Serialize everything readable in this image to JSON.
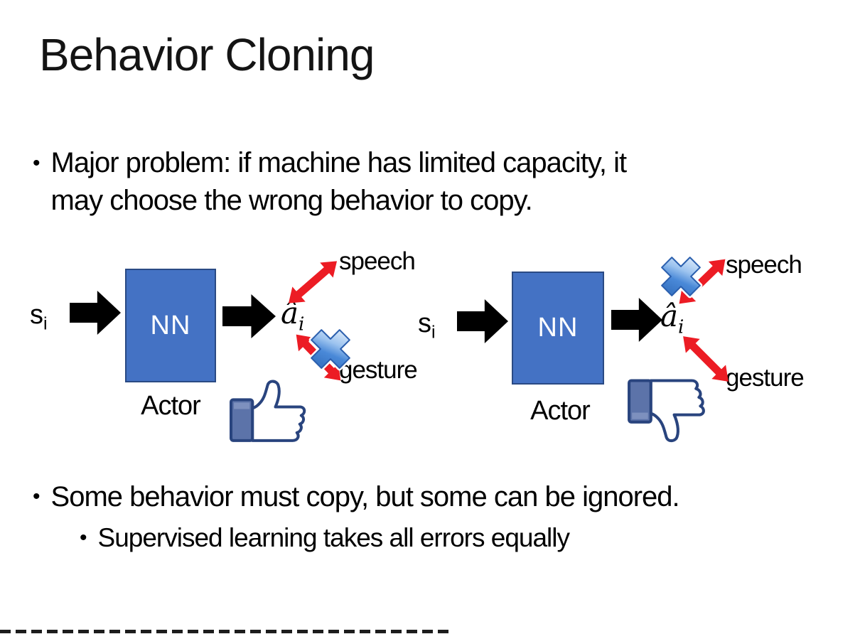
{
  "slide": {
    "title": "Behavior Cloning",
    "bullet_glyph": "•",
    "bullets": {
      "major_problem_line1": "Major problem: if machine has limited capacity, it",
      "major_problem_line2": "may choose the wrong behavior to copy.",
      "some_behavior": "Some behavior must copy, but some can be ignored.",
      "supervised": "Supervised learning takes all errors equally"
    }
  },
  "diagram": {
    "input_base": "s",
    "input_sub": "i",
    "nn_label": "NN",
    "actor_label": "Actor",
    "output_base": "â",
    "output_sub": "i",
    "speech_label": "speech",
    "gesture_label": "gesture"
  },
  "icons": {
    "black_arrow": "right-block-arrow",
    "red_double_arrow": "double-headed-arrow",
    "blue_cross": "glossy-blue-x",
    "thumbs_up": "facebook-like-thumb-up",
    "thumbs_down": "facebook-dislike-thumb-down"
  },
  "colors": {
    "background": "#FFFFFF",
    "text": "#000000",
    "nn_fill": "#4472C4",
    "nn_border": "#2A4A84",
    "nn_text": "#FFFFFF",
    "black_arrow": "#000000",
    "red_arrow": "#EC1C24",
    "x_gradient_light": "#EDF5FD",
    "x_gradient_dark": "#3A77C6",
    "x_border": "#2B5FAE",
    "thumb_outline": "#29447E",
    "thumb_cuff": "#5C73A9",
    "thumb_hand": "#FFFFFF"
  }
}
